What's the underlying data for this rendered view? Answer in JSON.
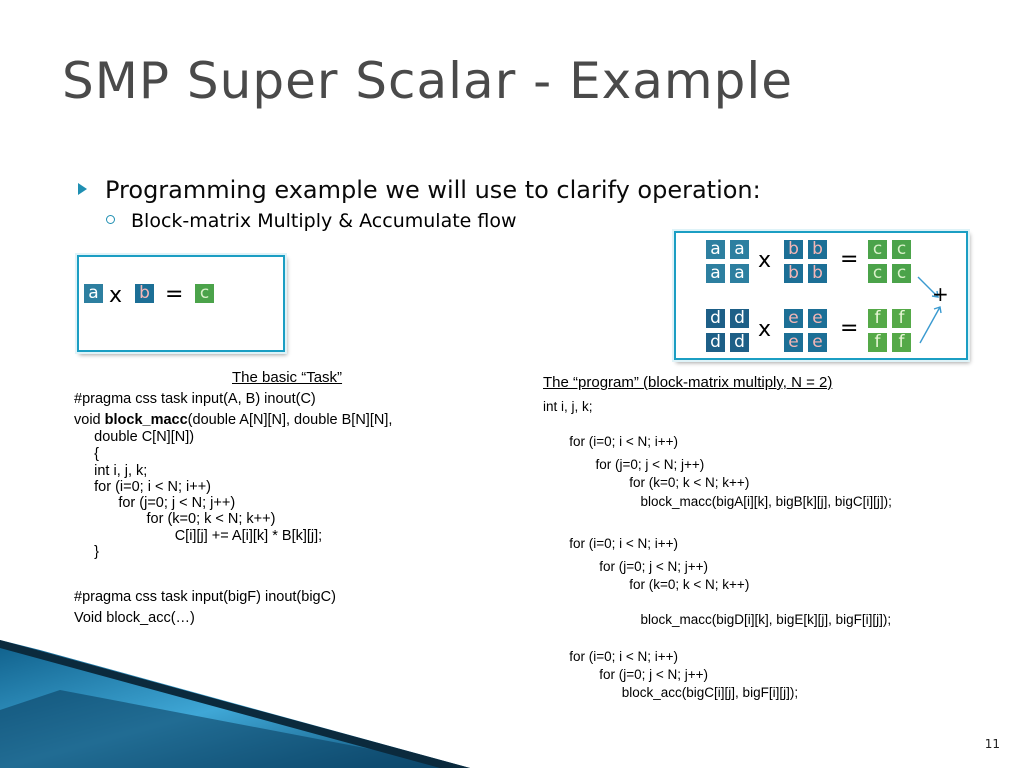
{
  "slide": {
    "title": "SMP Super Scalar - Example",
    "bullet_main": "Programming example we will use to clarify operation:",
    "bullet_sub": "Block-matrix Multiply & Accumulate flow",
    "page_number": "11"
  },
  "small_diagram": {
    "a": "a",
    "b": "b",
    "c": "c",
    "times": "x",
    "equals": "="
  },
  "big_diagram": {
    "a": "a",
    "b": "b",
    "c": "c",
    "d": "d",
    "e": "e",
    "f": "f",
    "times": "x",
    "equals": "=",
    "plus": "+"
  },
  "task": {
    "heading": "The basic “Task”",
    "pragma1": "#pragma css task input(A, B) inout(C)",
    "void_prefix": "void ",
    "func_name": "block_macc",
    "sig_rest": "(double A[N][N], double B[N][N],",
    "lines": [
      "     double C[N][N])",
      "     {",
      "     int i, j, k;",
      "     for (i=0; i < N; i++)",
      "           for (j=0; j < N; j++)",
      "                  for (k=0; k < N; k++)",
      "                         C[i][j] += A[i][k] * B[k][j];",
      "     }"
    ],
    "pragma2": "#pragma css task input(bigF) inout(bigC)",
    "void2": "Void block_acc(…)"
  },
  "program": {
    "heading": "The “program” (block-matrix multiply, N = 2)",
    "lines": [
      "int i, j, k;",
      "",
      "       for (i=0; i < N; i++)",
      "              for (j=0; j < N; j++)",
      "                       for (k=0; k < N; k++)",
      "                          block_macc(bigA[i][k], bigB[k][j], bigC[i][j]);",
      "",
      "       for (i=0; i < N; i++)",
      "               for (j=0; j < N; j++)",
      "                       for (k=0; k < N; k++)",
      "",
      "                          block_macc(bigD[i][k], bigE[k][j], bigF[i][j]);",
      "",
      "       for (i=0; i < N; i++)",
      "               for (j=0; j < N; j++)",
      "                     block_acc(bigC[i][j], bigF[i][j]);"
    ]
  }
}
